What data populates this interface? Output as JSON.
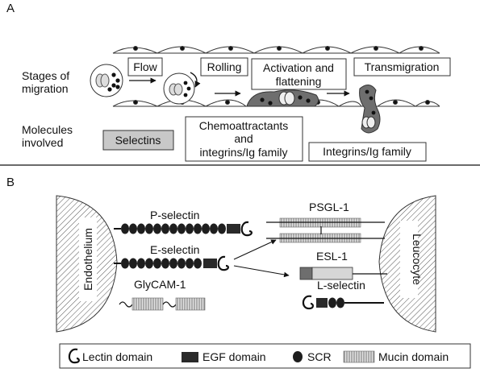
{
  "panel_a": {
    "label": "A",
    "row_labels": {
      "stages_line1": "Stages of",
      "stages_line2": "migration",
      "molecules_line1": "Molecules",
      "molecules_line2": "involved"
    },
    "stages": {
      "flow": "Flow",
      "rolling": "Rolling",
      "activation_line1": "Activation and",
      "activation_line2": "flattening",
      "transmigration": "Transmigration"
    },
    "molecules": {
      "selectins": "Selectins",
      "chemo_line1": "Chemoattractants",
      "chemo_line2": "and",
      "chemo_line3": "integrins/Ig family",
      "integrins": "Integrins/Ig family"
    }
  },
  "panel_b": {
    "label": "B",
    "endothelium": "Endothelium",
    "leucocyte": "Leucocyte",
    "molecules": {
      "p_selectin": "P-selectin",
      "e_selectin": "E-selectin",
      "glycam": "GlyCAM-1",
      "psgl": "PSGL-1",
      "esl": "ESL-1",
      "l_selectin": "L-selectin"
    }
  },
  "legend": {
    "lectin": "Lectin domain",
    "egf": "EGF domain",
    "scr": "SCR",
    "mucin": "Mucin domain"
  },
  "colors": {
    "egf": "#2a2a2a",
    "scr": "#1e1e1e",
    "mucin": "#bdbdbd",
    "selectins_box": "#c8c8c8",
    "cell_dark": "#6e6e6e"
  }
}
